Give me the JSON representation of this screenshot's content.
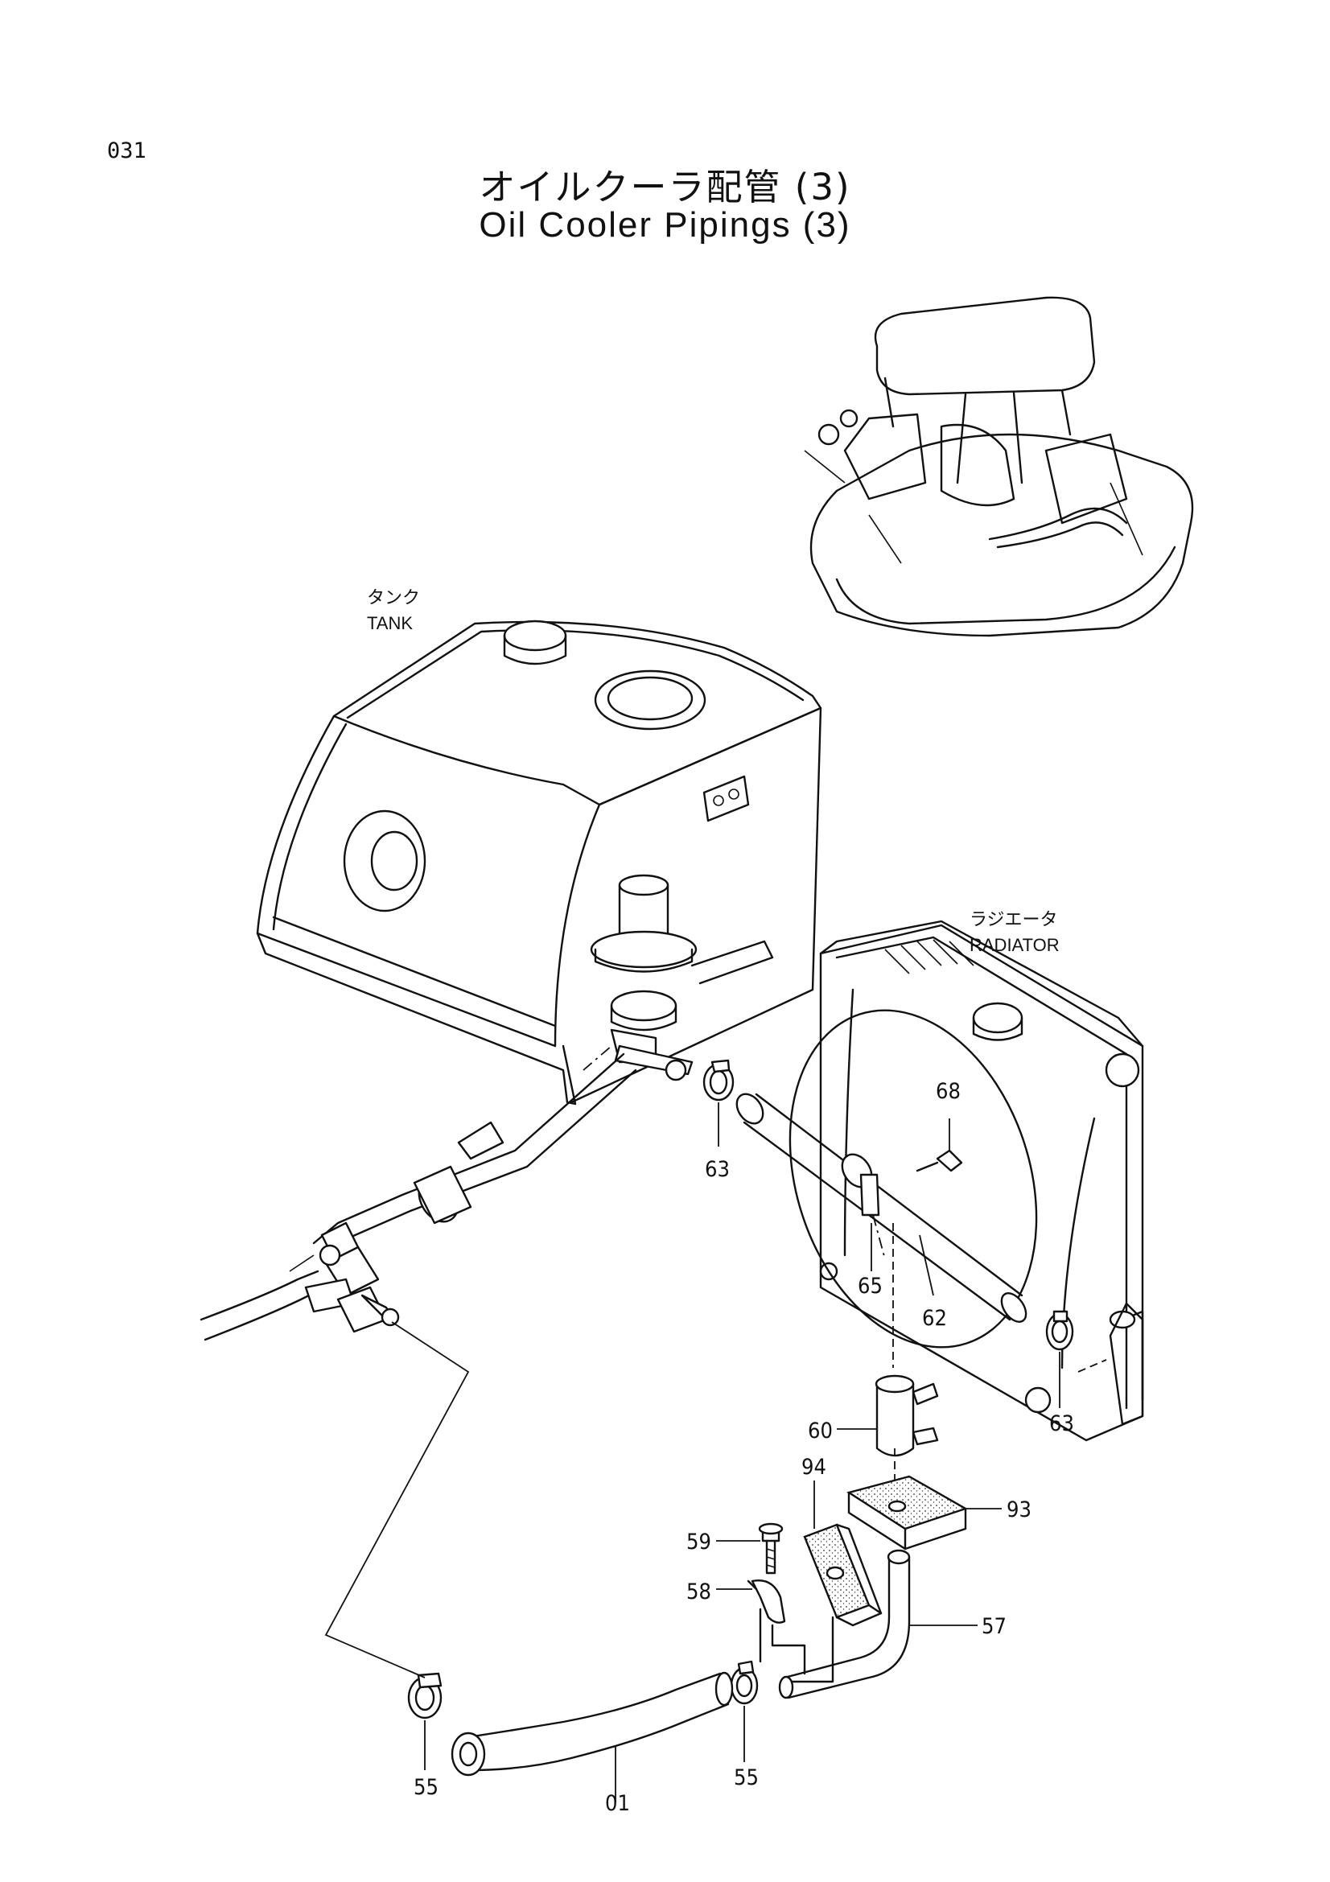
{
  "page_number": "031",
  "title": {
    "japanese": "オイルクーラ配管 (3)",
    "english": "Oil Cooler Pipings (3)"
  },
  "component_labels": {
    "tank": {
      "japanese": "タンク",
      "english": "TANK"
    },
    "radiator": {
      "japanese": "ラジエータ",
      "english": "RADIATOR"
    }
  },
  "callouts": [
    {
      "id": "callout-63-tank-clamp",
      "number": "63"
    },
    {
      "id": "callout-68",
      "number": "68"
    },
    {
      "id": "callout-65",
      "number": "65"
    },
    {
      "id": "callout-62",
      "number": "62"
    },
    {
      "id": "callout-63-radiator-clamp",
      "number": "63"
    },
    {
      "id": "callout-60",
      "number": "60"
    },
    {
      "id": "callout-94",
      "number": "94"
    },
    {
      "id": "callout-93",
      "number": "93"
    },
    {
      "id": "callout-59",
      "number": "59"
    },
    {
      "id": "callout-58",
      "number": "58"
    },
    {
      "id": "callout-57",
      "number": "57"
    },
    {
      "id": "callout-55-left",
      "number": "55"
    },
    {
      "id": "callout-01",
      "number": "01"
    },
    {
      "id": "callout-55-right",
      "number": "55"
    }
  ]
}
